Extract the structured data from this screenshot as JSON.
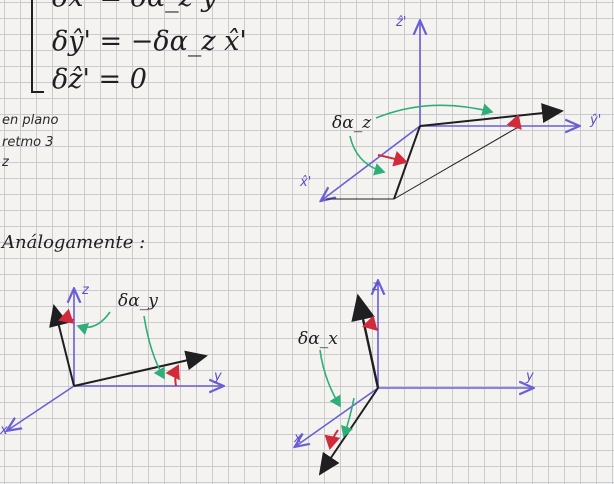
{
  "equations": {
    "line1": "δx̂' = δα_z ŷ'",
    "line2": "δŷ' = −δα_z x̂'",
    "line3": "δẑ' = 0"
  },
  "margin_note": {
    "line1": "en plano",
    "line2": "retmo 3",
    "line3": "z"
  },
  "caption": "Análogamente :",
  "diagram_top_right": {
    "angle_label": "δα_z",
    "axis_z": "ẑ'",
    "axis_y": "ŷ'",
    "axis_x": "x̂'"
  },
  "diagram_bottom_left": {
    "angle_label": "δα_y",
    "axis_z": "z",
    "axis_y": "y",
    "axis_x": "x"
  },
  "diagram_bottom_right": {
    "angle_label": "δα_x",
    "axis_z": "z",
    "axis_y": "y",
    "axis_x": "x"
  },
  "colors": {
    "axis_purple": "#6a5fd6",
    "ink_black": "#1f1f22",
    "marker_red": "#d02a3b",
    "marker_green": "#2fae7a"
  }
}
